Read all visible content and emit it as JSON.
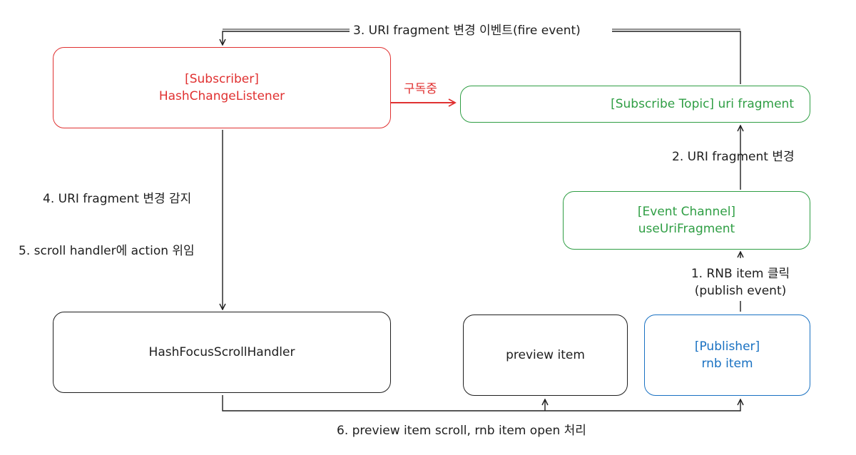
{
  "nodes": {
    "subscriber": {
      "line1": "[Subscriber]",
      "line2": "HashChangeListener",
      "color": "#e03131"
    },
    "subscribe_topic": {
      "line1": "[Subscribe Topic] uri fragment",
      "color": "#2f9e44"
    },
    "event_channel": {
      "line1": "[Event Channel]",
      "line2": "useUriFragment",
      "color": "#2f9e44"
    },
    "publisher": {
      "line1": "[Publisher]",
      "line2": "rnb item",
      "color": "#1971c2"
    },
    "scroll_handler": {
      "line1": "HashFocusScrollHandler",
      "color": "#1e1e1e"
    },
    "preview_item": {
      "line1": "preview item",
      "color": "#1e1e1e"
    }
  },
  "edges": {
    "step1": {
      "line1": "1. RNB item 클릭",
      "line2": "(publish event)"
    },
    "step2": {
      "label": "2. URI fragment 변경"
    },
    "step3": {
      "label": "3. URI fragment 변경 이벤트(fire event)"
    },
    "step4": {
      "label": "4. URI fragment 변경 감지"
    },
    "step5": {
      "label": "5. scroll handler에 action 위임"
    },
    "step6": {
      "label": "6. preview item scroll, rnb item open 처리"
    },
    "subscribing": {
      "label": "구독중"
    }
  }
}
